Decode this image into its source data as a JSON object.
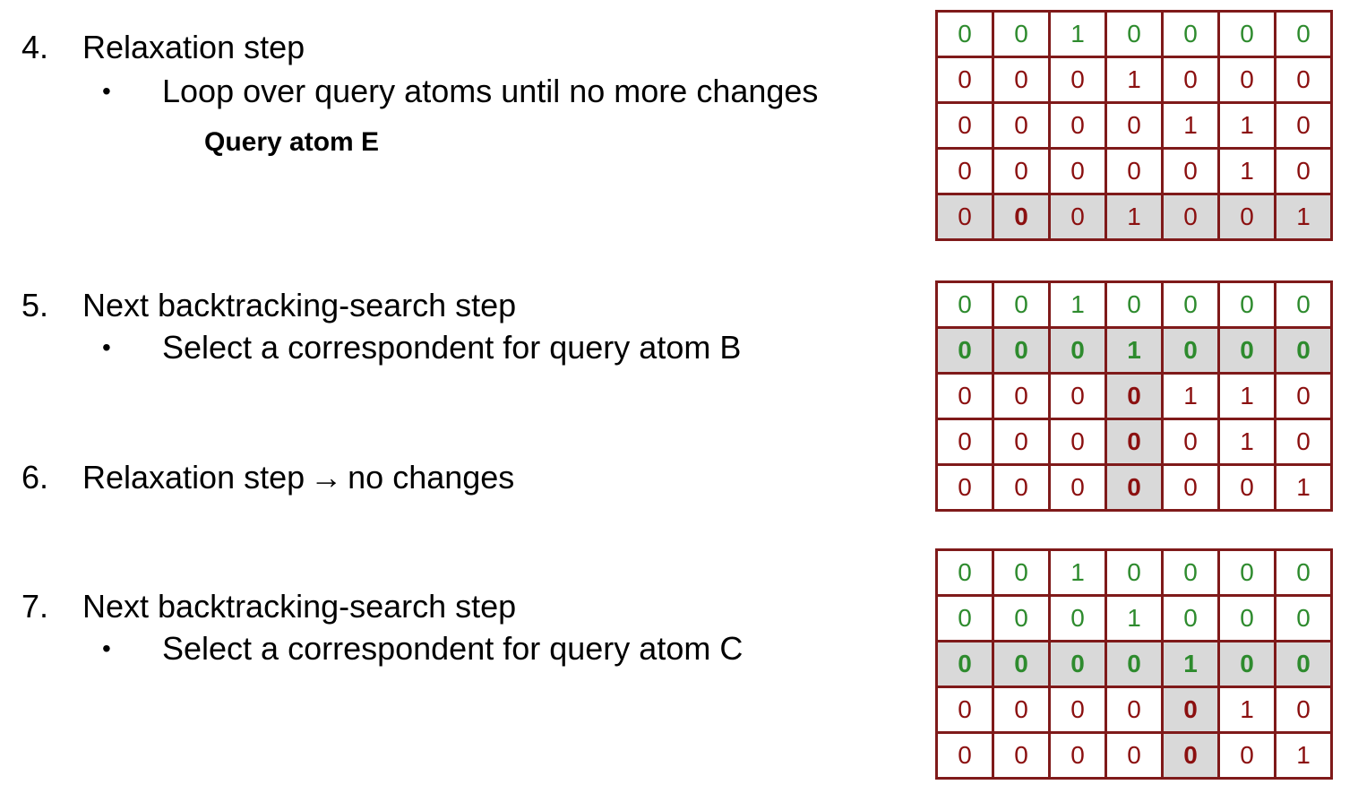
{
  "steps": [
    {
      "number": "4.",
      "title": "Relaxation step",
      "bullet": "Loop over query atoms until no more changes",
      "sub": "Query atom E"
    },
    {
      "number": "5.",
      "title": "Next backtracking-search step",
      "bullet": "Select a correspondent for query atom B"
    },
    {
      "number": "6.",
      "title_before_arrow": "Relaxation step",
      "arrow": "→",
      "title_after_arrow": "no changes"
    },
    {
      "number": "7.",
      "title": "Next backtracking-search step",
      "bullet": "Select a correspondent for query atom C"
    }
  ],
  "bullet_symbol": "•",
  "colors": {
    "border": "#7f1a1a",
    "green": "#2e8b2e",
    "red": "#8b1010",
    "highlight": "#d9d9d9"
  },
  "matrices": [
    {
      "rows": [
        [
          "0",
          "0",
          "1",
          "0",
          "0",
          "0",
          "0"
        ],
        [
          "0",
          "0",
          "0",
          "1",
          "0",
          "0",
          "0"
        ],
        [
          "0",
          "0",
          "0",
          "0",
          "1",
          "1",
          "0"
        ],
        [
          "0",
          "0",
          "0",
          "0",
          "0",
          "1",
          "0"
        ],
        [
          "0",
          "0",
          "0",
          "1",
          "0",
          "0",
          "1"
        ]
      ],
      "green_rows": [
        0
      ],
      "highlight_rows": [
        4
      ],
      "highlight_col": null,
      "bold_cells": [
        [
          4,
          1
        ]
      ]
    },
    {
      "rows": [
        [
          "0",
          "0",
          "1",
          "0",
          "0",
          "0",
          "0"
        ],
        [
          "0",
          "0",
          "0",
          "1",
          "0",
          "0",
          "0"
        ],
        [
          "0",
          "0",
          "0",
          "0",
          "1",
          "1",
          "0"
        ],
        [
          "0",
          "0",
          "0",
          "0",
          "0",
          "1",
          "0"
        ],
        [
          "0",
          "0",
          "0",
          "0",
          "0",
          "0",
          "1"
        ]
      ],
      "green_rows": [
        0,
        1
      ],
      "highlight_rows": [
        1
      ],
      "highlight_col": 3,
      "bold_cells": [
        [
          2,
          3
        ],
        [
          3,
          3
        ],
        [
          4,
          3
        ]
      ]
    },
    {
      "rows": [
        [
          "0",
          "0",
          "1",
          "0",
          "0",
          "0",
          "0"
        ],
        [
          "0",
          "0",
          "0",
          "1",
          "0",
          "0",
          "0"
        ],
        [
          "0",
          "0",
          "0",
          "0",
          "1",
          "0",
          "0"
        ],
        [
          "0",
          "0",
          "0",
          "0",
          "0",
          "1",
          "0"
        ],
        [
          "0",
          "0",
          "0",
          "0",
          "0",
          "0",
          "1"
        ]
      ],
      "green_rows": [
        0,
        1,
        2
      ],
      "highlight_rows": [
        2
      ],
      "highlight_col": 4,
      "bold_cells": [
        [
          3,
          4
        ],
        [
          4,
          4
        ]
      ]
    }
  ]
}
